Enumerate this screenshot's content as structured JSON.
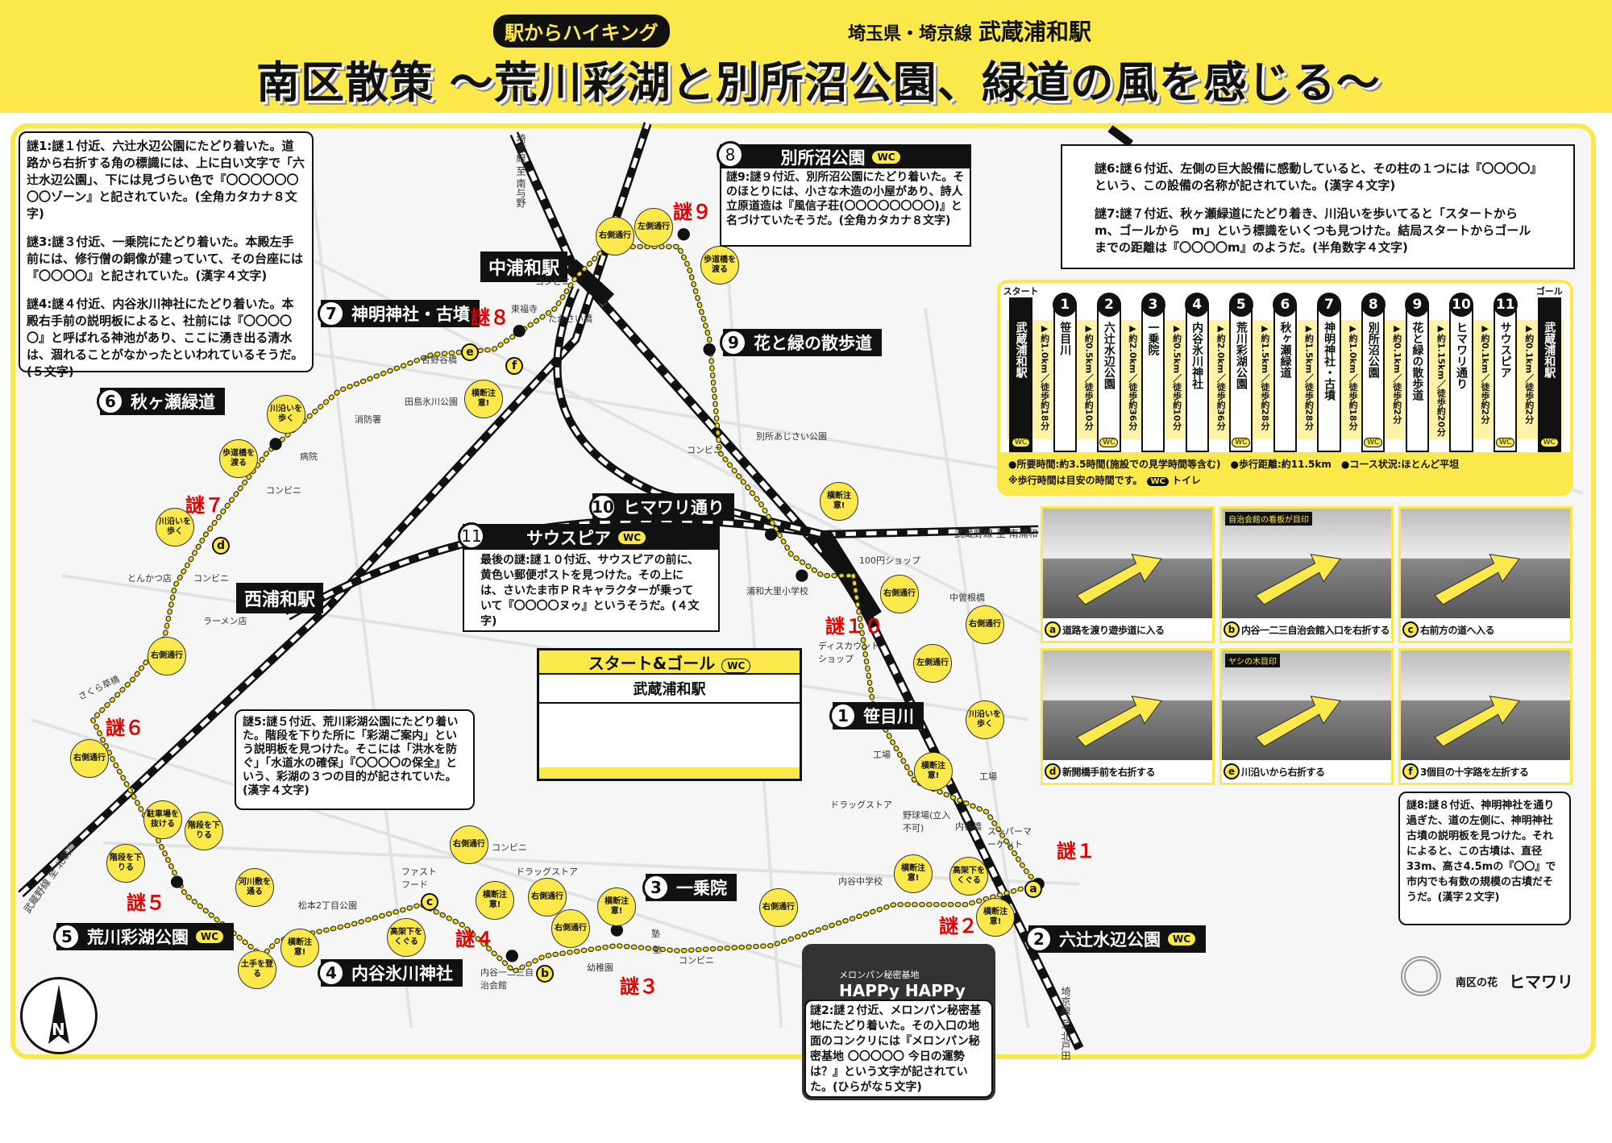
{
  "header": {
    "kicker": "駅からハイキング",
    "line": "埼玉県・埼京線",
    "station": "武蔵浦和駅",
    "title": "南区散策 ～荒川彩湖と別所沼公園、緑道の風を感じる～"
  },
  "puzzles": {
    "q1": "謎1:謎１付近、六辻水辺公園にたどり着いた。道路から右折する角の標識には、上に白い文字で「六辻水辺公園」、下には見づらい色で『〇〇〇〇〇〇〇〇ゾーン』と記されていた。(全角カタカナ８文字)",
    "q3": "謎3:謎３付近、一乗院にたどり着いた。本殿左手前には、修行僧の銅像が建っていて、その台座には『〇〇〇〇』と記されていた。(漢字４文字)",
    "q4": "謎4:謎４付近、内谷氷川神社にたどり着いた。本殿右手前の説明板によると、社前には『〇〇〇〇〇』と呼ばれる神池があり、ここに湧き出る清水は、涸れることがなかったといわれているそうだ。(５文字)",
    "q6": "謎6:謎６付近、左側の巨大設備に感動していると、その柱の１つには『〇〇〇〇』という、この設備の名称が記されていた。(漢字４文字)",
    "q7": "謎7:謎７付近、秋ヶ瀬緑道にたどり着き、川沿いを歩いてると「スタートから　m、ゴールから　m」という標識をいくつも見つけた。結局スタートからゴールまでの距離は『〇〇〇〇m』のようだ。(半角数字４文字)",
    "q9": "謎9:謎９付近、別所沼公園にたどり着いた。そのほとりには、小さな木造の小屋があり、詩人立原道造は『風信子荘(〇〇〇〇〇〇〇〇)』と名づけていたそうだ。(全角カタカナ８文字)",
    "q10": "最後の謎:謎１０付近、サウスピアの前に、黄色い郵便ポストを見つけた。その上には、さいたま市ＰＲキャラクターが乗っていて『〇〇〇〇ヌゥ』というそうだ。(４文字)",
    "q5": "謎5:謎５付近、荒川彩湖公園にたどり着いた。階段を下りた所に「彩湖ご案内」という説明板を見つけた。そこには「洪水を防ぐ」「水道水の確保」『〇〇〇〇の保全』という、彩湖の３つの目的が記されていた。(漢字４文字)",
    "q2": "謎2:謎２付近、メロンパン秘密基地にたどり着いた。その入口の地面のコンクリには『メロンパン秘密基地 〇〇〇〇〇 今日の運勢は？』という文字が記されていた。(ひらがな５文字)",
    "q8": "謎8:謎８付近、神明神社を通り過ぎた、道の左側に、神明神社古墳の説明板を見つけた。それによると、この古墳は、直径33m、高さ4.5mの『〇〇』で市内でも有数の規模の古墳だそうだ。(漢字２文字)"
  },
  "places": [
    {
      "n": "1",
      "name": "笹目川",
      "wc": ""
    },
    {
      "n": "2",
      "name": "六辻水辺公園",
      "wc": "WC"
    },
    {
      "n": "3",
      "name": "一乗院",
      "wc": ""
    },
    {
      "n": "4",
      "name": "内谷氷川神社",
      "wc": ""
    },
    {
      "n": "5",
      "name": "荒川彩湖公園",
      "wc": "WC"
    },
    {
      "n": "6",
      "name": "秋ヶ瀬緑道",
      "wc": ""
    },
    {
      "n": "7",
      "name": "神明神社・古墳",
      "wc": ""
    },
    {
      "n": "8",
      "name": "別所沼公園",
      "wc": "WC"
    },
    {
      "n": "9",
      "name": "花と緑の散歩道",
      "wc": ""
    },
    {
      "n": "10",
      "name": "ヒマワリ通り",
      "wc": ""
    },
    {
      "n": "11",
      "name": "サウスピア",
      "wc": "WC"
    }
  ],
  "stations": {
    "naka": "中浦和駅",
    "nishi": "西浦和駅"
  },
  "start_goal": {
    "title": "スタート&ゴール",
    "wc": "WC",
    "station": "武蔵浦和駅"
  },
  "melonpan": {
    "sub": "メロンパン秘密基地",
    "name": "HAPPy HAPPy"
  },
  "nazo": [
    "謎１",
    "謎２",
    "謎３",
    "謎４",
    "謎５",
    "謎６",
    "謎７",
    "謎８",
    "謎９",
    "謎１０"
  ],
  "lines": [
    "埼京線 至 南与野",
    "武蔵野線 至 南浦和",
    "埼京線 至 北戸田",
    "武蔵野線 至 北朝霞"
  ],
  "labels": [
    "コンビニ",
    "東福寺",
    "たかさい橋",
    "合野谷橋",
    "田島氷川公園",
    "消防署",
    "病院",
    "コンビニ",
    "とんかつ店",
    "コンビニ",
    "ラーメン店",
    "さくら草橋",
    "別所あじさい公園",
    "コンビニ",
    "浦和大里小学校",
    "100円ショップ",
    "中曽根橋",
    "ディスカウントショップ",
    "工場",
    "工場",
    "ドラッグストア",
    "野球場(立入不可)",
    "内谷橋",
    "スーパーマーケット",
    "内谷中学校",
    "幼稚園",
    "塾",
    "コンビニ",
    "内谷一二三自治会館",
    "ファストフード",
    "松本2丁目公園",
    "コンビニ",
    "ドラッグストア",
    "塾"
  ],
  "bubbles": [
    "右側通行",
    "左側通行",
    "歩道橋を渡る",
    "横断注意!",
    "川沿いを歩く",
    "歩道橋を渡る",
    "川沿いを歩く",
    "横断注意!",
    "右側通行",
    "右側通行",
    "左側通行",
    "川沿いを歩く",
    "横断注意!",
    "右側通行",
    "右側通行",
    "駐車場を抜ける",
    "階段を下りる",
    "階段を下りる",
    "河川敷を通る",
    "土手を登る",
    "横断注意!",
    "高架下をくぐる",
    "右側通行",
    "横断注意!",
    "右側通行",
    "右側通行",
    "横断注意!",
    "右側通行",
    "横断注意!",
    "高架下をくぐる",
    "横断注意!"
  ],
  "photo_markers": [
    "a",
    "b",
    "c",
    "d",
    "e",
    "f"
  ],
  "route_table": {
    "start_tag": "スタート",
    "goal_tag": "ゴール",
    "stops": [
      {
        "n": "",
        "name": "武蔵浦和駅",
        "wc": "WC"
      },
      {
        "n": "1",
        "name": "笹目川",
        "wc": ""
      },
      {
        "n": "2",
        "name": "六辻水辺公園",
        "wc": "WC"
      },
      {
        "n": "3",
        "name": "一乗院",
        "wc": ""
      },
      {
        "n": "4",
        "name": "内谷氷川神社",
        "wc": ""
      },
      {
        "n": "5",
        "name": "荒川彩湖公園",
        "wc": "WC"
      },
      {
        "n": "6",
        "name": "秋ヶ瀬緑道",
        "wc": ""
      },
      {
        "n": "7",
        "name": "神明神社・古墳",
        "wc": ""
      },
      {
        "n": "8",
        "name": "別所沼公園",
        "wc": "WC"
      },
      {
        "n": "9",
        "name": "花と緑の散歩道",
        "wc": ""
      },
      {
        "n": "10",
        "name": "ヒマワリ通り",
        "wc": ""
      },
      {
        "n": "11",
        "name": "サウスピア",
        "wc": "WC"
      },
      {
        "n": "",
        "name": "武蔵浦和駅",
        "wc": "WC"
      }
    ],
    "segments": [
      "▶約1.0km／徒歩約18分",
      "▶約0.5km／徒歩約10分",
      "▶約2.0km／徒歩約36分",
      "▶約0.5km／徒歩約10分",
      "▶約2.0km／徒歩約36分",
      "▶約1.5km／徒歩約28分",
      "▶約1.5km／徒歩約28分",
      "▶約1.0km／徒歩約18分",
      "▶約0.1km／徒歩約2分",
      "▶約1.15km／徒歩約20分",
      "▶約0.1km／徒歩約2分",
      "▶約0.1km／徒歩約2分"
    ],
    "summary": "●所要時間:約3.5時間(施設での見学時間等含む)　●歩行距離:約11.5km　●コース状況:ほとんど平坦",
    "note": "※歩行時間は目安の時間です。",
    "wc_legend": "WC",
    "wc_meaning": "トイレ"
  },
  "photos": [
    {
      "letter": "a",
      "caption": "道路を渡り遊歩道に入る",
      "overlay": ""
    },
    {
      "letter": "b",
      "caption": "内谷一二三自治会館入口を右折する",
      "overlay": "自治会館の看板が目印"
    },
    {
      "letter": "c",
      "caption": "右前方の道へ入る",
      "overlay": ""
    },
    {
      "letter": "d",
      "caption": "新開橋手前を右折する",
      "overlay": ""
    },
    {
      "letter": "e",
      "caption": "川沿いから右折する",
      "overlay": "ヤシの木目印"
    },
    {
      "letter": "f",
      "caption": "3個目の十字路を左折する",
      "overlay": ""
    }
  ],
  "ward_flower": {
    "label": "南区の花",
    "name": "ヒマワリ"
  },
  "compass": "N",
  "colors": {
    "yellow": "#fbe84a",
    "black": "#111111",
    "nazo_red": "#e00000"
  }
}
